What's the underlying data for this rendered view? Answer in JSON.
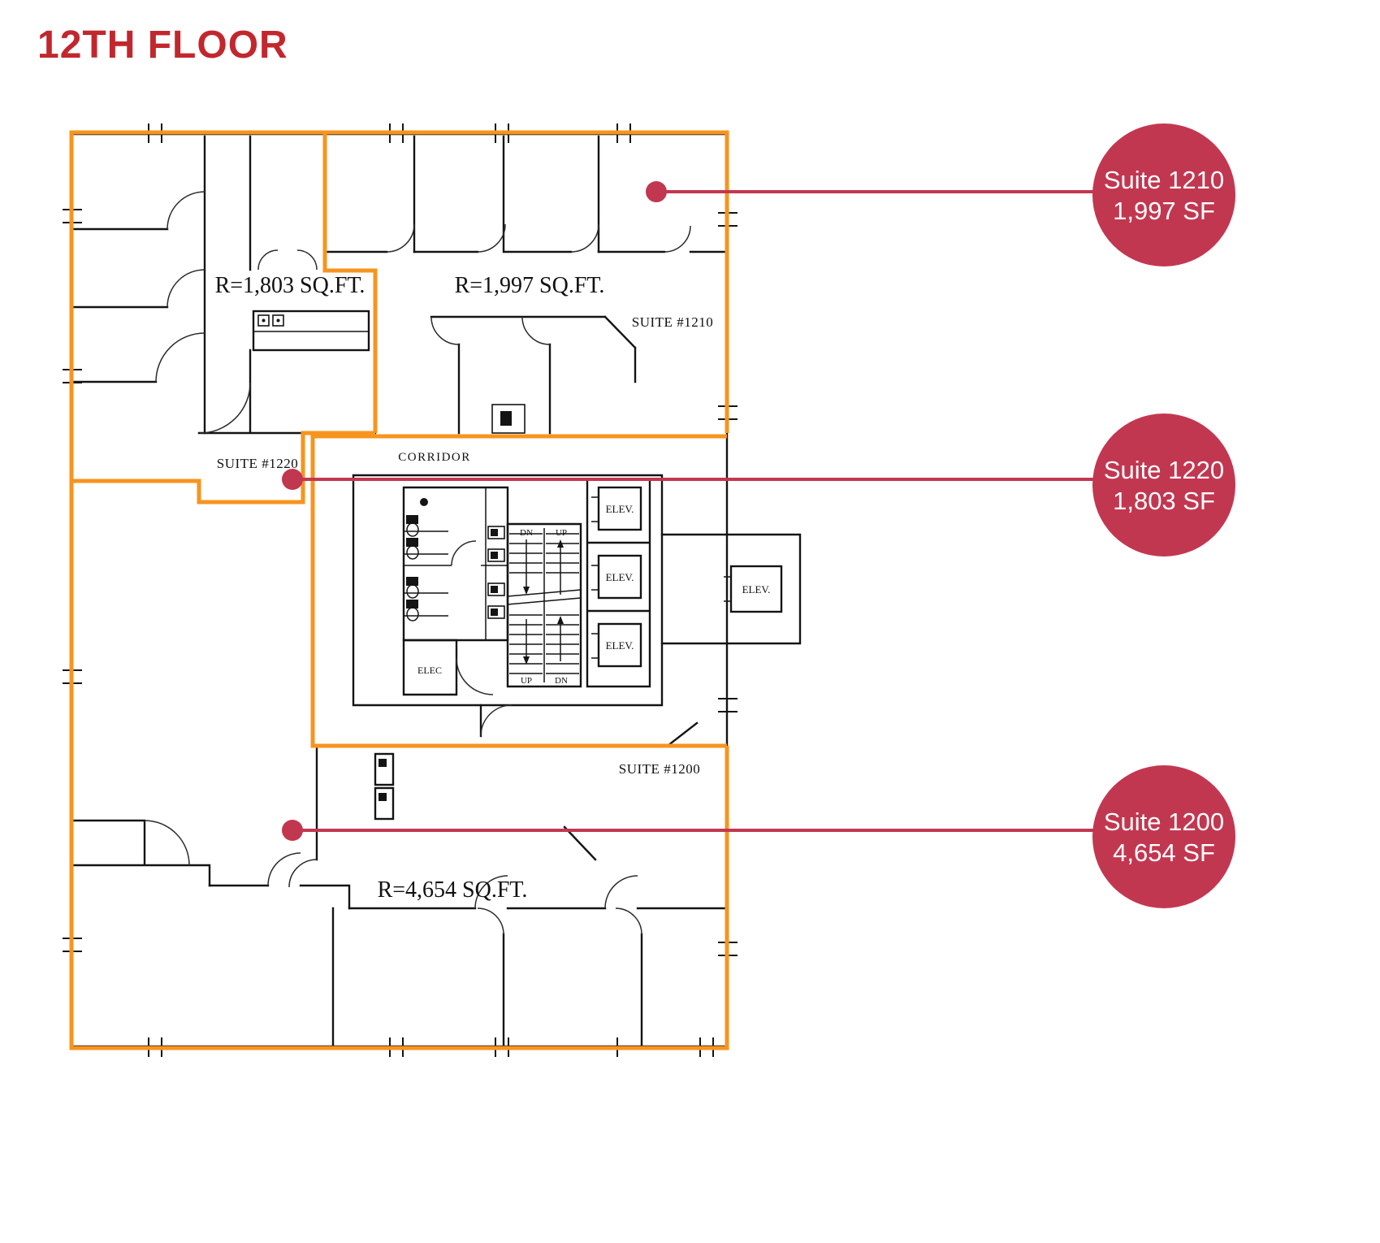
{
  "title": "12TH FLOOR",
  "colors": {
    "accent_red": "#C2272E",
    "callout_red": "#C23750",
    "outline_orange": "#F7941E",
    "wall_black": "#141414"
  },
  "plan": {
    "area_1220": "R=1,803 SQ.FT.",
    "area_1210": "R=1,997 SQ.FT.",
    "area_1200": "R=4,654 SQ.FT.",
    "suite_1210_label": "SUITE #1210",
    "suite_1220_label": "SUITE #1220",
    "suite_1200_label": "SUITE #1200",
    "corridor": "CORRIDOR",
    "elec": "ELEC",
    "elev": "ELEV.",
    "stairs": {
      "top_left": "DN",
      "top_right": "UP",
      "bottom_left": "UP",
      "bottom_right": "DN"
    }
  },
  "callouts": [
    {
      "suite": "Suite 1210",
      "area": "1,997 SF"
    },
    {
      "suite": "Suite 1220",
      "area": "1,803 SF"
    },
    {
      "suite": "Suite 1200",
      "area": "4,654 SF"
    }
  ]
}
